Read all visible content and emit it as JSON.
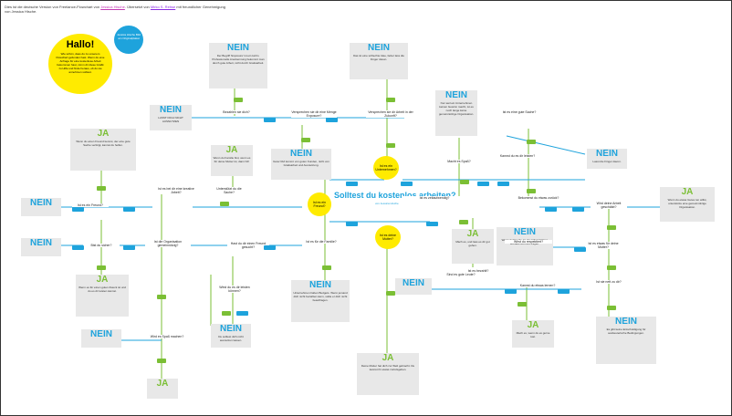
{
  "header": {
    "line1a": "Dies ist die deutsche Version von Freelance-Flowchart von",
    "link1": "Jessica Hische",
    "line1b": ". Übersetzt von",
    "link2": "Mirko S. Rehse",
    "line1c": "mit freundlicher Genehmigung",
    "line2": "von Jessica Hische."
  },
  "hallo": {
    "title": "Hallo!",
    "text": "Wie schön, dass du zu unserem Flowchart gefunden hast. Wenn du eine Anfrage für eine kostenlose Arbeit bekommen hast, nimm dir diese Grafik zu Hilfe und finde heraus, ob du sie annehmen solltest."
  },
  "blue_note": "Jessica Hische Bild am Originalplakat",
  "center": {
    "title": "Solltest du kostenlos arbeiten?",
    "sub": "von Jessica Hische"
  },
  "labels": {
    "nein": "NEIN",
    "ja": "JA"
  },
  "nein_boxes": [
    {
      "id": "n1",
      "text": "Der Begriff 'Exposure' ist ein Hohn. Professionelle Anerkennung bekommt man durch gute Arbeit, nicht durch Gratisarbeit."
    },
    {
      "id": "n2",
      "text": "LASST DICH NICHT AUSNUTZEN"
    },
    {
      "id": "n3",
      "text": "Das ist eine schlechte Idee, lieber lass die Finger davon."
    },
    {
      "id": "n4",
      "text": "Nur weil ein Unternehmen keinen Gewinn macht, ist es noch lange keine gemeinnützige Organisation."
    },
    {
      "id": "n5",
      "text": "Guter Ruf kommt von guten Kunden, nicht von Gratisarbeit und Ausnutzung."
    },
    {
      "id": "n6",
      "text": "Lasst die Finger davon."
    },
    {
      "id": "n7",
      "text": ""
    },
    {
      "id": "n8",
      "text": ""
    },
    {
      "id": "n9",
      "text": "Wenn du Freude an der Arbeit hättest, würdest du nicht fragen."
    },
    {
      "id": "n10",
      "text": ""
    },
    {
      "id": "n11",
      "text": "Unternehmen haben Budgets. Wenn jemand dich nicht bezahlen kann, sollte er dich nicht beauftragen."
    },
    {
      "id": "n12",
      "text": ""
    },
    {
      "id": "n13",
      "text": "Es gibt keine Entschuldigung für ausbeuterische Bedingungen."
    },
    {
      "id": "n14",
      "text": "Du solltest dich nicht ausnutzen lassen."
    }
  ],
  "ja_boxes": [
    {
      "id": "j1",
      "text": "Wenn du einen Freund kennst, der eine gute Sache verfolgt, kannst du helfen."
    },
    {
      "id": "j2",
      "text": "Wenn es für einen guten Zweck ist und du es dir leisten kannst."
    },
    {
      "id": "j3",
      "text": "Wenn du Familie bist, wenn es für deine Mutter ist, dann hilf."
    },
    {
      "id": "j4",
      "text": "Wenn du etwas Gutes tun willst, unterstütze eine gemeinnützige Organisation."
    },
    {
      "id": "j5",
      "text": "Mach es, und lass es dir gut gehen."
    },
    {
      "id": "j6",
      "text": ""
    },
    {
      "id": "j7",
      "text": "Mach es, wenn du es gerne tust."
    },
    {
      "id": "j8",
      "text": "Deine Mutter hat dich zur Welt gebracht. Du kannst ihr etwas zurückgeben."
    }
  ],
  "yellow_bubbles": [
    {
      "id": "yb1",
      "text": "Ist es ein Unternehmen?"
    },
    {
      "id": "yb2",
      "text": "Ist es ein Freund?"
    },
    {
      "id": "yb3",
      "text": "Ist es deine Mutter?"
    }
  ],
  "questions": [
    {
      "id": "q1",
      "text": "Bezahlen sie dich?"
    },
    {
      "id": "q2",
      "text": "Versprechen sie dir eine Menge Exposure?"
    },
    {
      "id": "q3",
      "text": "Versprechen sie dir Arbeit in der Zukunft?"
    },
    {
      "id": "q4",
      "text": "Ist es bei dir eine kreative Arbeit?"
    },
    {
      "id": "q5",
      "text": "Ist es ein Freund?"
    },
    {
      "id": "q6",
      "text": "Bist du sicher?"
    },
    {
      "id": "q7",
      "text": "Unterstützt du die Sache?"
    },
    {
      "id": "q8",
      "text": "Ist es eine gute Sache?"
    },
    {
      "id": "q9",
      "text": "Kannst du es dir leisten?"
    },
    {
      "id": "q10",
      "text": "Macht es Spaß?"
    },
    {
      "id": "q11",
      "text": "Ist es zeitaufwendig?"
    },
    {
      "id": "q12",
      "text": "Bekommst du etwas zurück?"
    },
    {
      "id": "q13",
      "text": "Wird deine Arbeit geschätzt?"
    },
    {
      "id": "q14",
      "text": "Ist die Organisation gemeinnützig?"
    },
    {
      "id": "q15",
      "text": "Hast du dir einen Freund gesucht?"
    },
    {
      "id": "q16",
      "text": "Ist es für die Familie?"
    },
    {
      "id": "q17",
      "text": "Ist es bezahlt?"
    },
    {
      "id": "q18",
      "text": "Kannst du etwas lernen?"
    },
    {
      "id": "q19",
      "text": "Ist es etwas für deine Mutter?"
    },
    {
      "id": "q20",
      "text": "Ist sie nett zu dir?"
    },
    {
      "id": "q21",
      "text": "Wirst du es dir leisten können?"
    },
    {
      "id": "q22",
      "text": "Wird es Spaß machen?"
    },
    {
      "id": "q23",
      "text": "Wirst du respektiert?"
    },
    {
      "id": "q24",
      "text": "Sind es gute Leute?"
    }
  ]
}
